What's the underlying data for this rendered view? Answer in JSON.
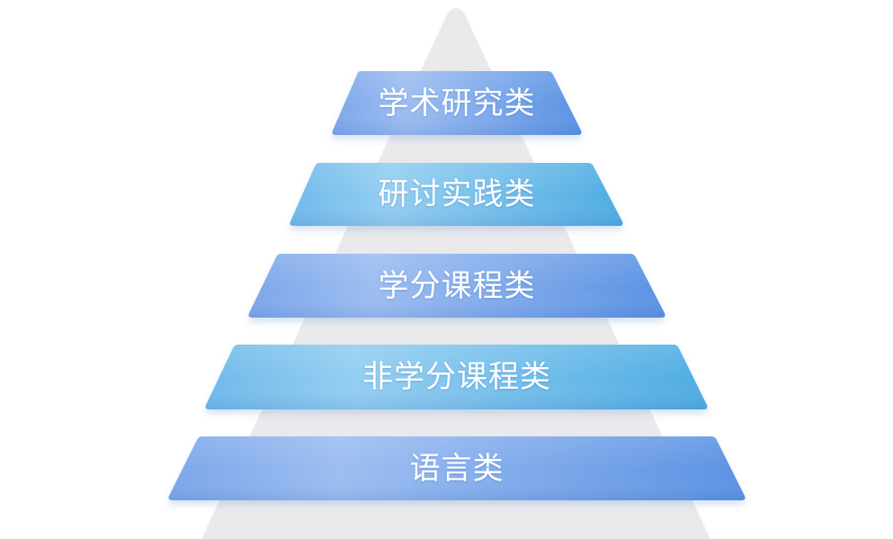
{
  "diagram": {
    "type": "pyramid",
    "background_color": "#ffffff",
    "pyramid_color": "#eaeaec",
    "levels": [
      {
        "label": "学术研究类",
        "rank": 1,
        "color_left": "#9dbdf1",
        "color_right": "#5b93e3"
      },
      {
        "label": "研讨实践类",
        "rank": 2,
        "color_left": "#8fcbf0",
        "color_right": "#50aee3"
      },
      {
        "label": "学分课程类",
        "rank": 3,
        "color_left": "#9dbdf1",
        "color_right": "#5b93e3"
      },
      {
        "label": "非学分课程类",
        "rank": 4,
        "color_left": "#8fcbf0",
        "color_right": "#50aee3"
      },
      {
        "label": "语言类",
        "rank": 5,
        "color_left": "#9dbdf1",
        "color_right": "#5b93e3"
      }
    ]
  }
}
